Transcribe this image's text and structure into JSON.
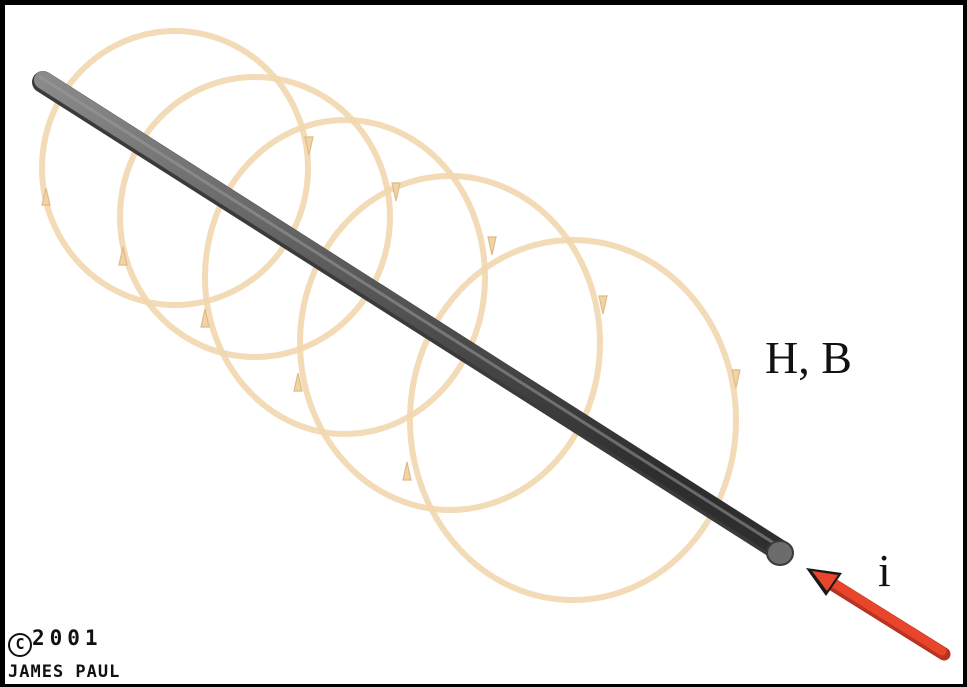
{
  "labels": {
    "field": "H, B",
    "current": "i"
  },
  "credit": {
    "copyright_symbol": "C",
    "year": "2001",
    "author": "JAMES PAUL"
  },
  "colors": {
    "background": "#ffffff",
    "border": "#000000",
    "wire": "#5f5f5f",
    "field_loop": "#f1d7ae",
    "field_arrow": "#f0d4a6",
    "current_arrow": "#e8452c"
  },
  "icons": {
    "current_arrow": "red-arrow-icon",
    "copyright": "copyright-icon"
  }
}
